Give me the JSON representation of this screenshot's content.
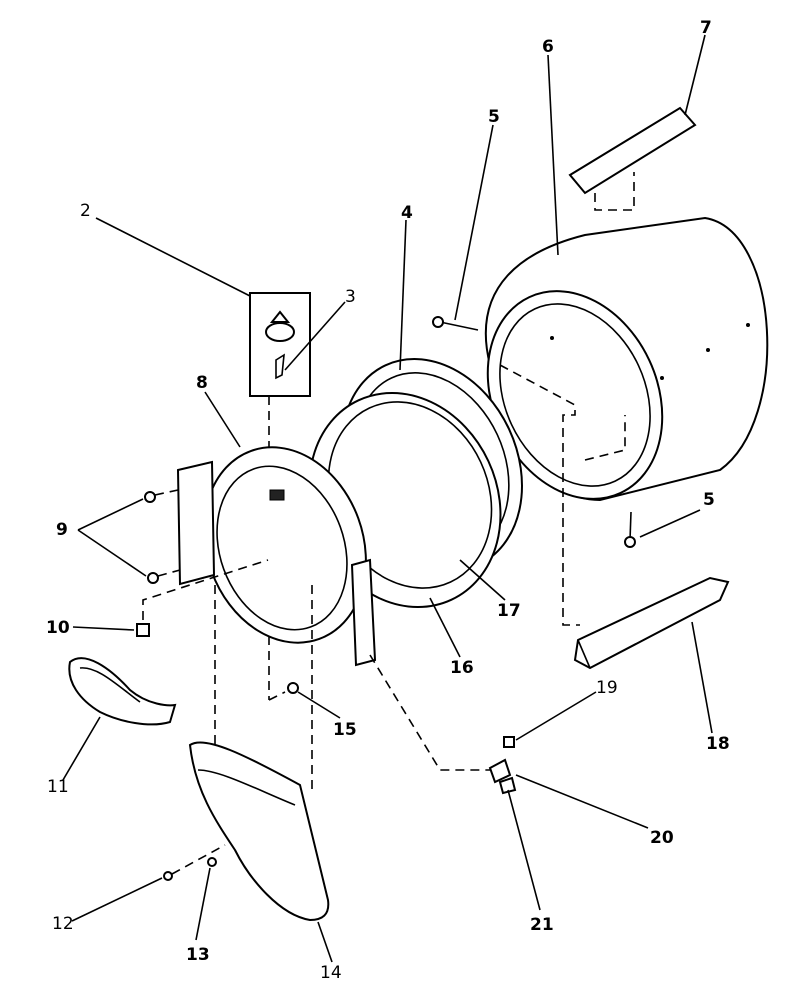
{
  "callouts": {
    "c2": "2",
    "c3": "3",
    "c4": "4",
    "c5a": "5",
    "c5b": "5",
    "c6": "6",
    "c7": "7",
    "c8": "8",
    "c9": "9",
    "c10": "10",
    "c11": "11",
    "c12": "12",
    "c13": "13",
    "c14": "14",
    "c15": "15",
    "c16": "16",
    "c17": "17",
    "c18": "18",
    "c19": "19",
    "c20": "20",
    "c21": "21"
  }
}
